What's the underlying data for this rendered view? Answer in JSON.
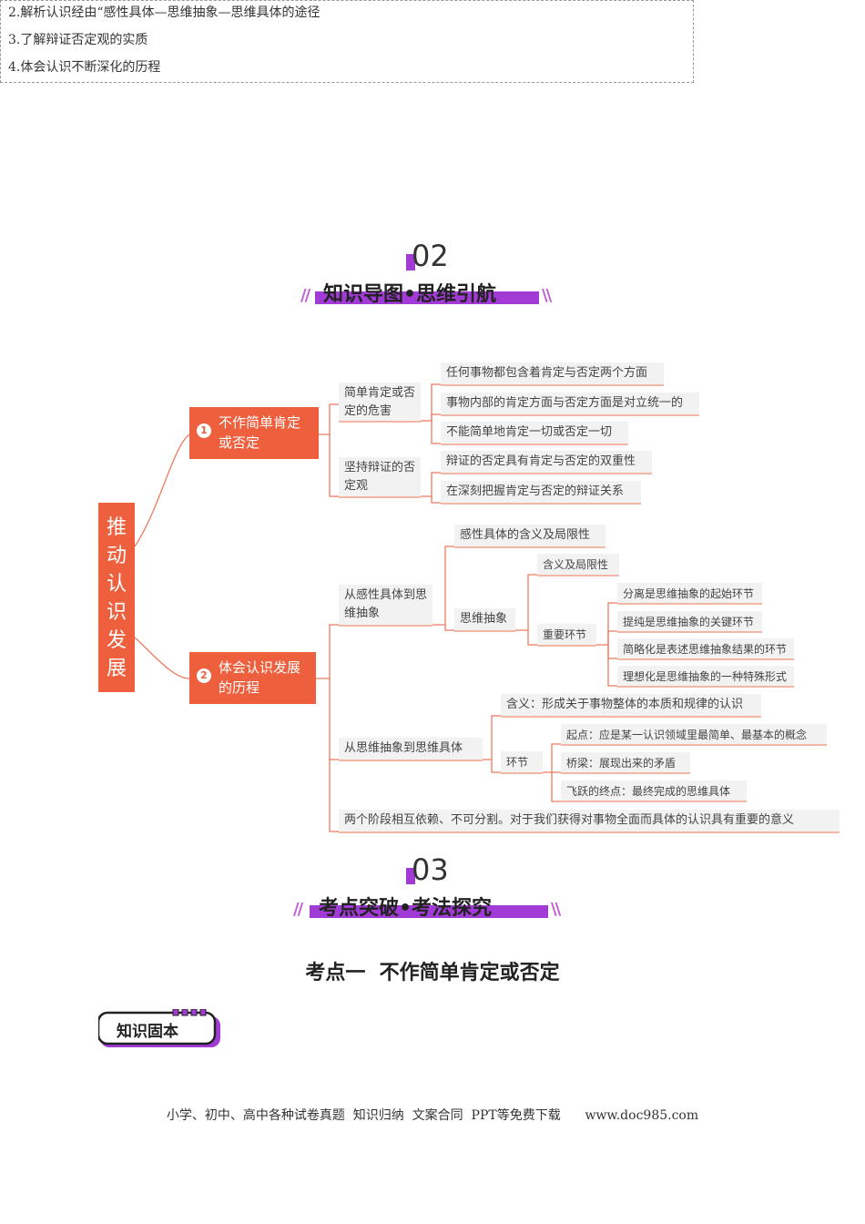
{
  "objectives": [
    "2.解析认识经由“感性具体—思维抽象—思维具体的途径",
    "3.了解辩证否定观的实质",
    "4.体会认识不断深化的历程"
  ],
  "section2": {
    "number": "02",
    "title": "知识导图•思维引航",
    "slashes": "//",
    "slashes_right": "\\\\"
  },
  "mindmap": {
    "root": "推动认识发展",
    "branch1": {
      "num": "1",
      "label": "不作简单肯定或否定",
      "sub1": {
        "label": "简单肯定或否定的危害",
        "items": [
          "任何事物都包含着肯定与否定两个方面",
          "事物内部的肯定方面与否定方面是对立统一的",
          "不能简单地肯定一切或否定一切"
        ]
      },
      "sub2": {
        "label": "坚持辩证的否定观",
        "items": [
          "辩证的否定具有肯定与否定的双重性",
          "在深刻把握肯定与否定的辩证关系"
        ]
      }
    },
    "branch2": {
      "num": "2",
      "label": "体会认识发展的历程",
      "sub1": {
        "label": "从感性具体到思维抽象",
        "item1": "感性具体的含义及局限性",
        "abstract": {
          "label": "思维抽象",
          "meaning": "含义及局限性",
          "key": {
            "label": "重要环节",
            "items": [
              "分离是思维抽象的起始环节",
              "提纯是思维抽象的关键环节",
              "简略化是表述思维抽象结果的环节",
              "理想化是思维抽象的一种特殊形式"
            ]
          }
        }
      },
      "sub2": {
        "label": "从思维抽象到思维具体",
        "meaning": "含义：形成关于事物整体的本质和规律的认识",
        "link": {
          "label": "环节",
          "items": [
            "起点：应是某一认识领域里最简单、最基本的概念",
            "桥梁：展现出来的矛盾",
            "飞跃的终点：最终完成的思维具体"
          ]
        }
      },
      "sub3": "两个阶段相互依赖、不可分割。对于我们获得对事物全面而具体的认识具有重要的意义"
    }
  },
  "section3": {
    "number": "03",
    "title": "考点突破•考法探究",
    "slashes": "//",
    "slashes_right": "\\\\"
  },
  "kaodian_title": "考点一  不作简单肯定或否定",
  "badge": "知识固本",
  "footer": "小学、初中、高中各种试卷真题  知识归纳  文案合同  PPT等免费下载      www.doc985.com",
  "colors": {
    "accent_orange": "#ee5f3e",
    "accent_purple": "#a23bd6",
    "node_bg": "#f2f2f2"
  }
}
